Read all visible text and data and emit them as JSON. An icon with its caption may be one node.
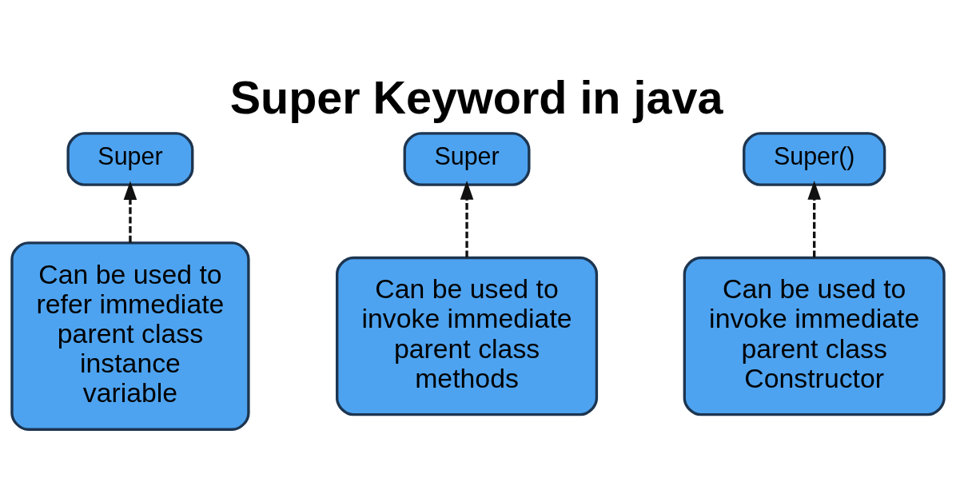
{
  "diagram": {
    "title": "Super Keyword in java",
    "nodes": [
      {
        "text": [
          "Super"
        ]
      },
      {
        "text": [
          "Super"
        ]
      },
      {
        "text": [
          "Super()"
        ]
      },
      {
        "text": [
          "Can be used to refer immediate parent class instance variable"
        ]
      },
      {
        "text": [
          "Can be used to invoke immediate parent class methods"
        ]
      },
      {
        "text": [
          "Can be used to invoke immediate parent class Constructor"
        ]
      }
    ],
    "edges": [
      {
        "from": 3,
        "to": 0,
        "arrow": "to",
        "style": "dashed"
      },
      {
        "from": 4,
        "to": 1,
        "arrow": "to",
        "style": "dashed"
      },
      {
        "from": 5,
        "to": 2,
        "arrow": "to",
        "style": "dashed"
      }
    ]
  }
}
